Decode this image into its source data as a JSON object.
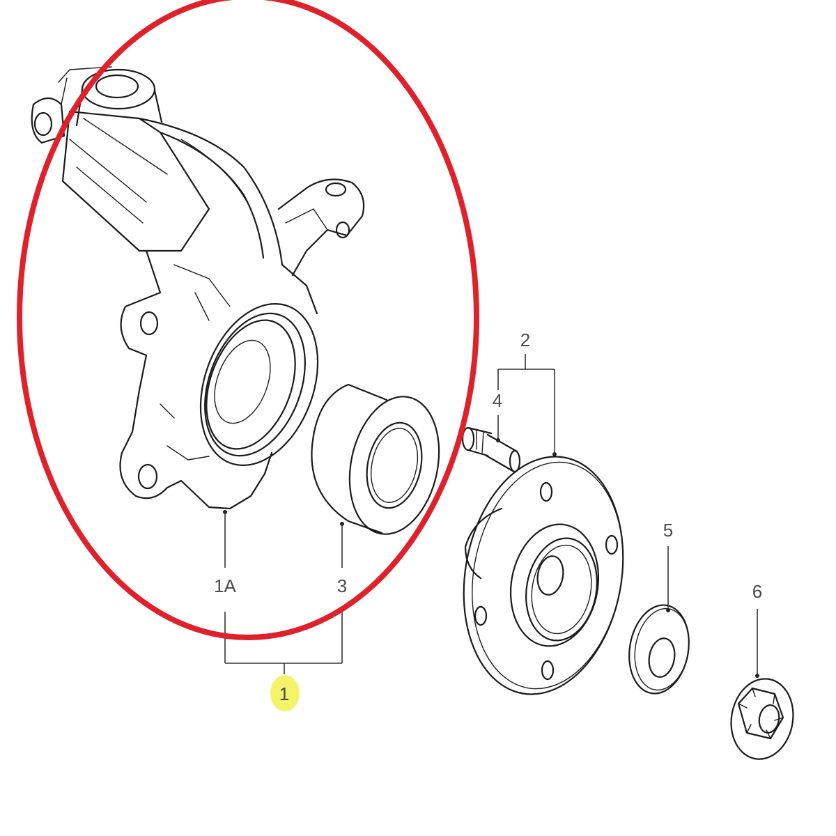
{
  "callouts": {
    "knuckle": "1A",
    "bearing": "3",
    "assembly": "1",
    "hub": "2",
    "stud": "4",
    "washer": "5",
    "nut": "6"
  },
  "colors": {
    "circle_annotation": "#e0212b",
    "highlight": "#f5f36a",
    "line_art": "#1a1a1a",
    "label_text": "#4a4a4a"
  }
}
